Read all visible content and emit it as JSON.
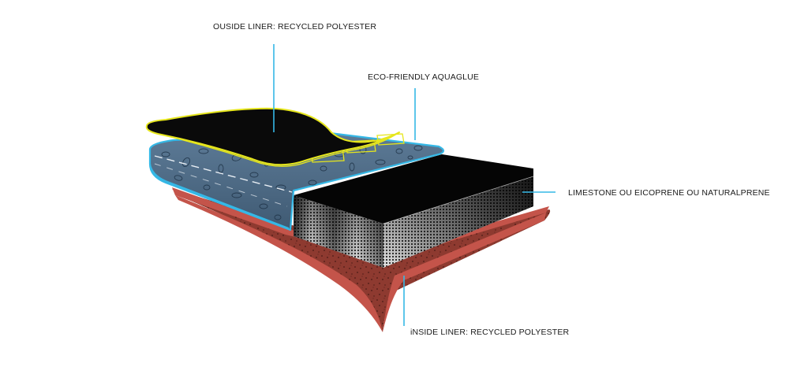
{
  "labels": {
    "outside_liner": "OUSIDE LINER: RECYCLED POLYESTER",
    "aquaglue": "ECO-FRIENDLY AQUAGLUE",
    "core": "LIMESTONE  OU EICOPRENE OU NATURALPRENE",
    "inside_liner": "iNSIDE LINER: RECYCLED POLYESTER"
  },
  "colors": {
    "outside_liner": "#0a0a0a",
    "outside_liner_edge": "#e6e61c",
    "aquaglue": "#4f6b85",
    "aquaglue_edge": "#35b8e6",
    "core_top": "#050505",
    "core_side": "#9a9a9a",
    "inside_liner": "#c4544a",
    "inside_liner_dark": "#6e2a22",
    "callout_line": "#35b8e6",
    "text": "#1a1a1a"
  }
}
